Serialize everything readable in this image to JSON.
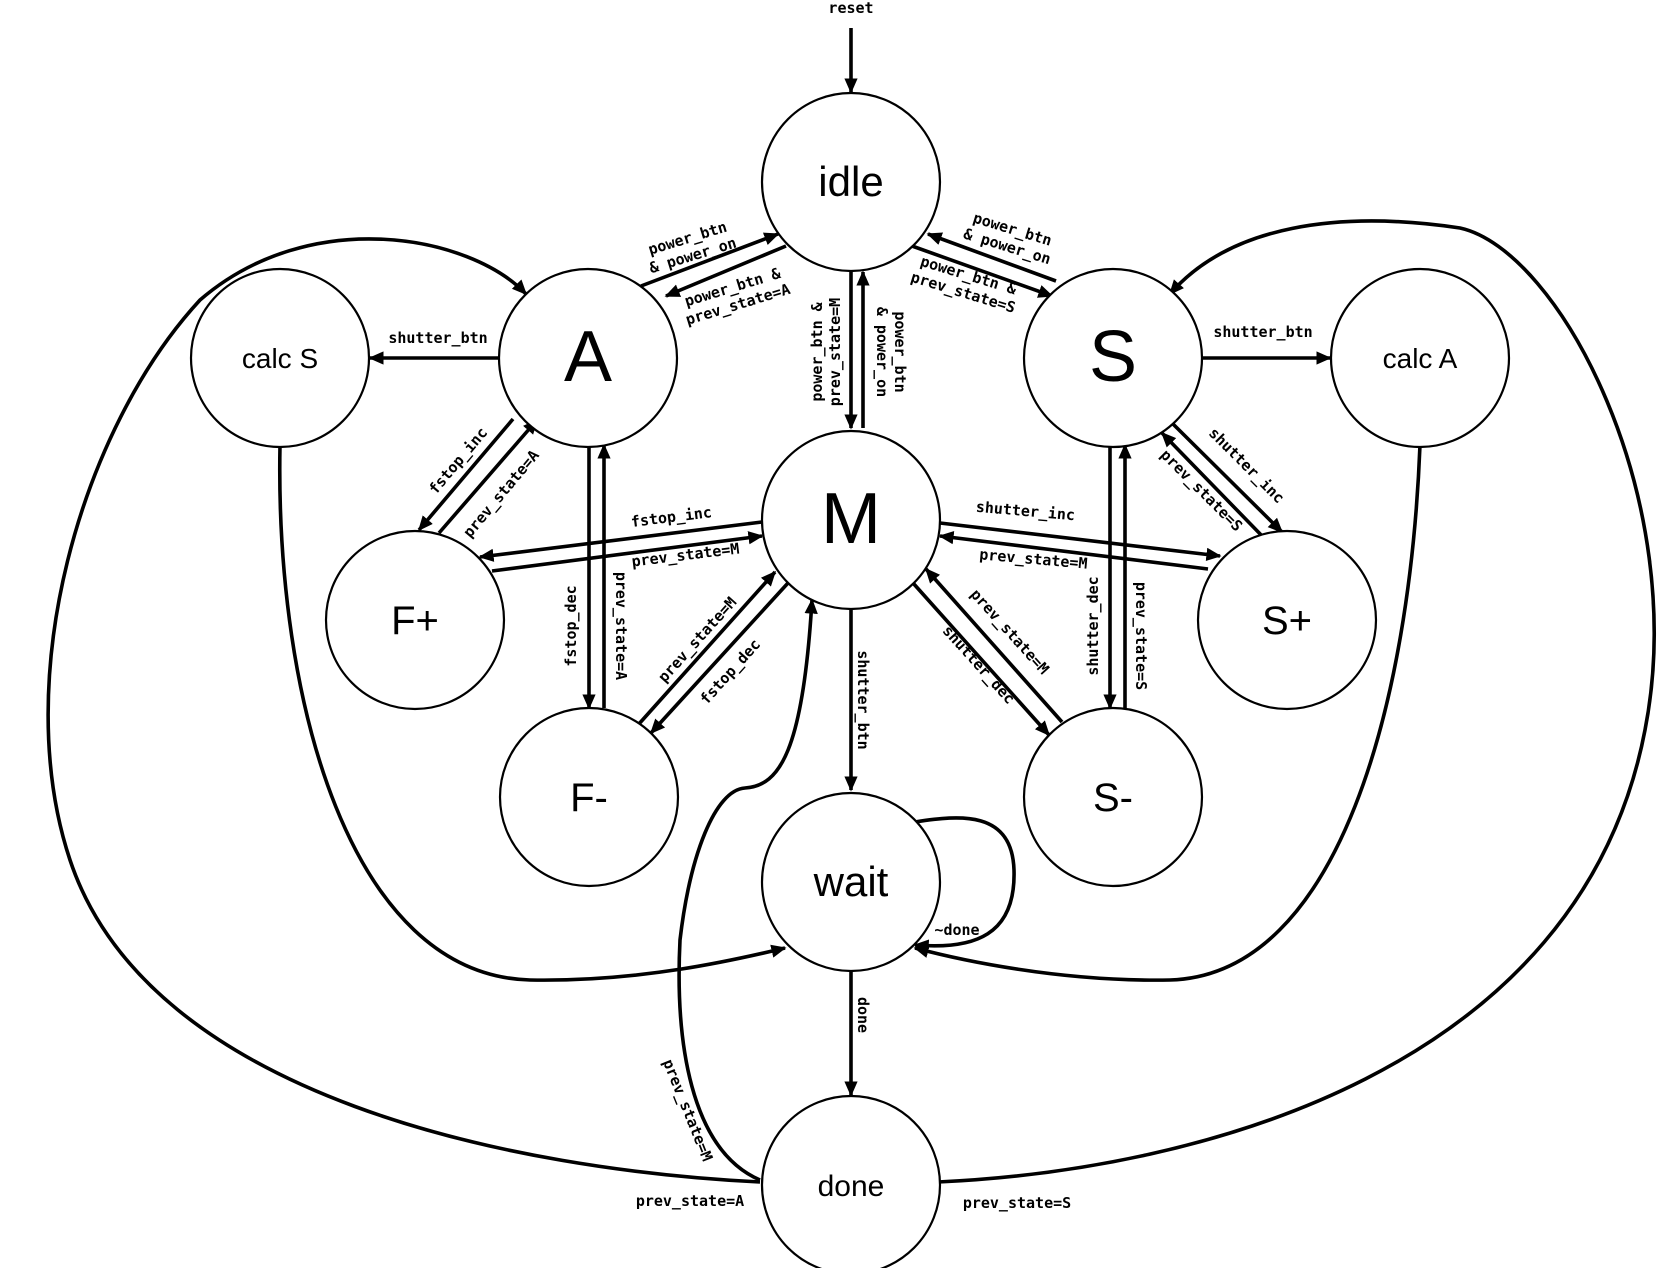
{
  "states": {
    "idle": "idle",
    "A": "A",
    "S": "S",
    "M": "M",
    "calc_s": "calc S",
    "calc_a": "calc A",
    "f_plus": "F+",
    "f_minus": "F-",
    "s_plus": "S+",
    "s_minus": "S-",
    "wait": "wait",
    "done": "done"
  },
  "transitions": {
    "reset": "reset",
    "idle_to_a_1": "power_btn",
    "idle_to_a_2": "& power_on",
    "a_to_idle_1": "power_btn &",
    "a_to_idle_2": "prev_state=A",
    "idle_to_s_1": "power_btn",
    "idle_to_s_2": "& power_on",
    "s_to_idle_1": "power_btn &",
    "s_to_idle_2": "prev_state=S",
    "m_to_idle_1": "power_btn &",
    "m_to_idle_2": "prev_state=M",
    "idle_to_m_1": "power_btn",
    "idle_to_m_2": "& power_on",
    "a_to_calc_s": "shutter_btn",
    "s_to_calc_a": "shutter_btn",
    "a_to_fplus": "fstop_inc",
    "fplus_to_a": "prev_state=A",
    "a_to_fminus": "fstop_dec",
    "fminus_to_a": "prev_state=A",
    "m_to_fplus": "fstop_inc",
    "fplus_to_m": "prev_state=M",
    "fminus_to_m": "prev_state=M",
    "m_to_fminus": "fstop_dec",
    "s_to_splus": "shutter_inc",
    "splus_to_s": "prev_state=S",
    "m_to_splus": "shutter_inc",
    "splus_to_m": "prev_state=M",
    "sminus_to_m": "prev_state=M",
    "m_to_sminus": "shutter_dec",
    "s_to_sminus": "shutter_dec",
    "sminus_to_s": "prev_state=S",
    "m_to_wait": "shutter_btn",
    "wait_self": "~done",
    "wait_to_done": "done",
    "done_to_m": "prev_state=M",
    "done_to_a": "prev_state=A",
    "done_to_s": "prev_state=S"
  }
}
